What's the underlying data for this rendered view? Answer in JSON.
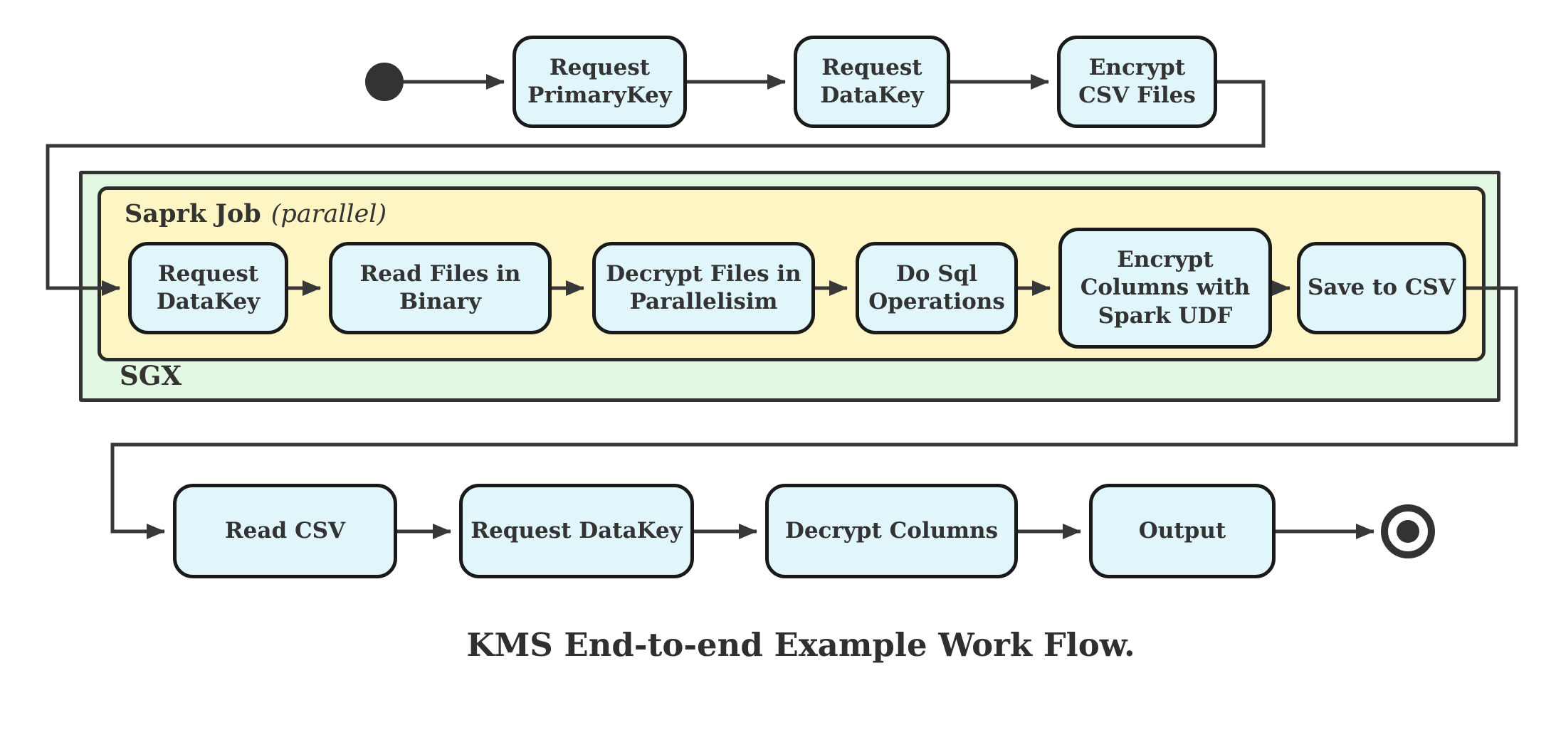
{
  "diagram": {
    "caption": "KMS End-to-end Example Work Flow.",
    "colors": {
      "node_fill": "#e1f6fb",
      "node_border": "#1a1a1a",
      "sgx_container_fill": "#e3f8e3",
      "spark_container_fill": "#fdf6c4",
      "edge": "#383838",
      "text": "#333333"
    },
    "containers": {
      "sgx": {
        "label": "SGX"
      },
      "spark": {
        "label": "Saprk Job",
        "qualifier": "(parallel)"
      }
    },
    "nodes": {
      "req_primarykey": {
        "lines": [
          "Request",
          "PrimaryKey"
        ]
      },
      "req_datakey_top": {
        "lines": [
          "Request",
          "DataKey"
        ]
      },
      "encrypt_csv": {
        "lines": [
          "Encrypt",
          "CSV Files"
        ]
      },
      "req_datakey_sgx": {
        "lines": [
          "Request",
          "DataKey"
        ]
      },
      "read_files": {
        "lines": [
          "Read Files in",
          "Binary"
        ]
      },
      "decrypt_files": {
        "lines": [
          "Decrypt Files in",
          "Parallelisim"
        ]
      },
      "do_sql": {
        "lines": [
          "Do Sql",
          "Operations"
        ]
      },
      "encrypt_columns": {
        "lines": [
          "Encrypt",
          "Columns with",
          "Spark UDF"
        ]
      },
      "save_csv": {
        "lines": [
          "Save to CSV"
        ]
      },
      "read_csv": {
        "lines": [
          "Read CSV"
        ]
      },
      "req_datakey_bottom": {
        "lines": [
          "Request DataKey"
        ]
      },
      "decrypt_columns": {
        "lines": [
          "Decrypt Columns"
        ]
      },
      "output": {
        "lines": [
          "Output"
        ]
      }
    }
  }
}
